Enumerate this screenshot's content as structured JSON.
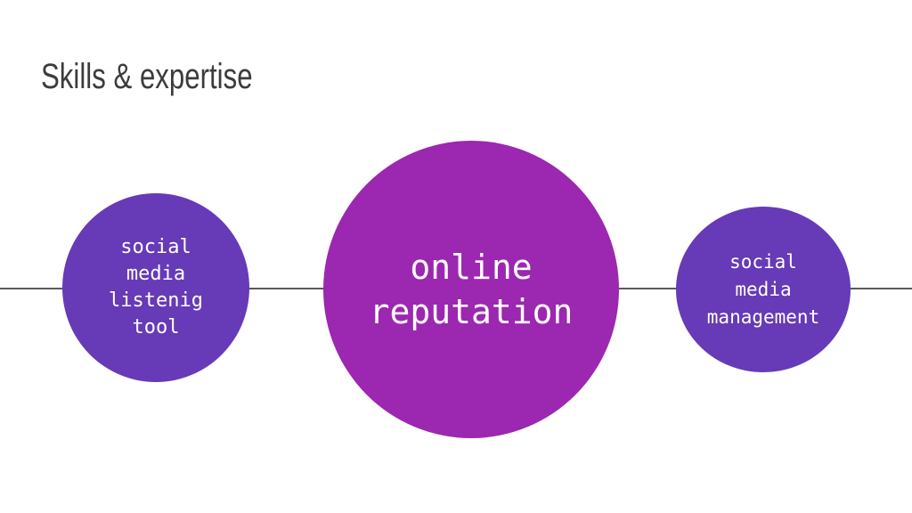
{
  "slide": {
    "title": "Skills & expertise"
  },
  "diagram": {
    "nodes": [
      {
        "label": "social\nmedia\nlistenig\ntool",
        "color": "#673ab7"
      },
      {
        "label": "online\nreputation",
        "color": "#9c27b0"
      },
      {
        "label": "social\nmedia\nmanagement",
        "color": "#673ab7"
      }
    ],
    "connector_color": "#5a5a5a"
  }
}
